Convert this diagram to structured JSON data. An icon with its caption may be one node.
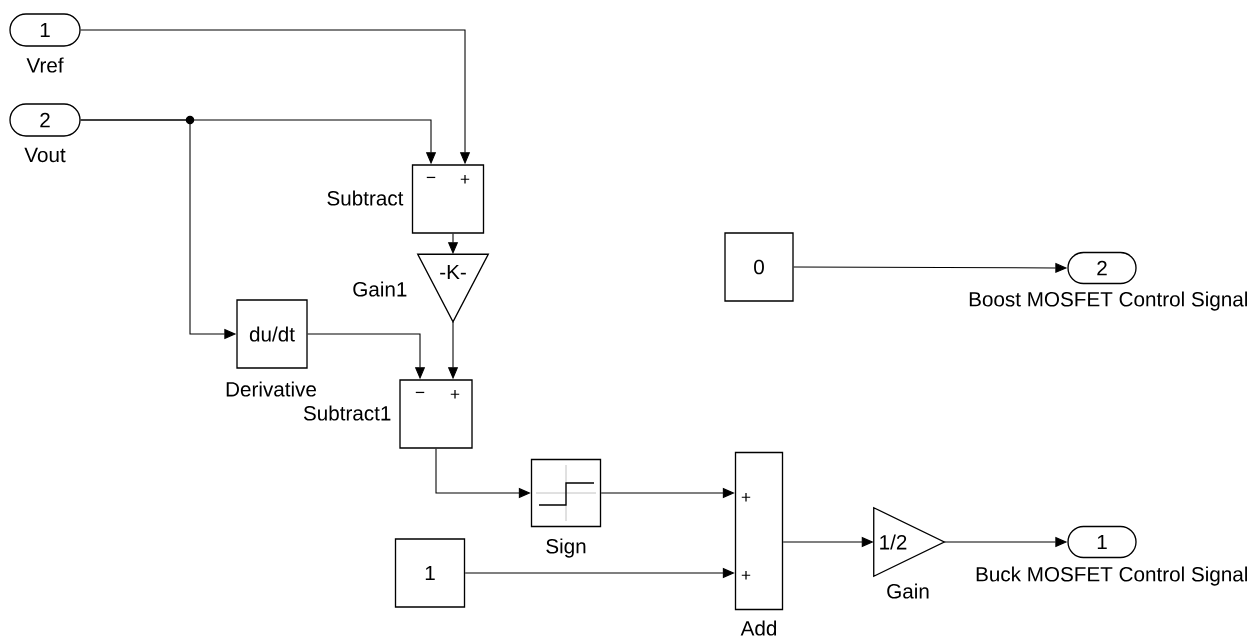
{
  "diagram": {
    "nodes": [
      {
        "text": [
          "1",
          "Vref"
        ]
      },
      {
        "text": [
          "2",
          "Vout"
        ]
      },
      {
        "text": [
          "−",
          "+",
          "Subtract"
        ]
      },
      {
        "text": [
          "-K-",
          "Gain1"
        ]
      },
      {
        "text": [
          "du/dt",
          "Derivative"
        ]
      },
      {
        "text": [
          "−",
          "+",
          "Subtract1"
        ]
      },
      {
        "text": [
          "Sign"
        ]
      },
      {
        "text": [
          "1"
        ]
      },
      {
        "text": [
          "+",
          "+",
          "Add"
        ]
      },
      {
        "text": [
          "1/2",
          "Gain"
        ]
      },
      {
        "text": [
          "1",
          "Buck MOSFET Control Signal"
        ]
      },
      {
        "text": [
          "0"
        ]
      },
      {
        "text": [
          "2",
          "Boost MOSFET Control Signal"
        ]
      }
    ],
    "edges": [
      {
        "from": 0,
        "to": 2,
        "arrow": "to"
      },
      {
        "from": 1,
        "to": 2,
        "arrow": "to"
      },
      {
        "from": 1,
        "to": 4,
        "arrow": "to"
      },
      {
        "from": 2,
        "to": 3,
        "arrow": "to"
      },
      {
        "from": 3,
        "to": 5,
        "arrow": "to"
      },
      {
        "from": 4,
        "to": 5,
        "arrow": "to"
      },
      {
        "from": 5,
        "to": 6,
        "arrow": "to"
      },
      {
        "from": 6,
        "to": 8,
        "arrow": "to"
      },
      {
        "from": 7,
        "to": 8,
        "arrow": "to"
      },
      {
        "from": 8,
        "to": 9,
        "arrow": "to"
      },
      {
        "from": 9,
        "to": 10,
        "arrow": "to"
      },
      {
        "from": 11,
        "to": 12,
        "arrow": "to"
      }
    ]
  }
}
